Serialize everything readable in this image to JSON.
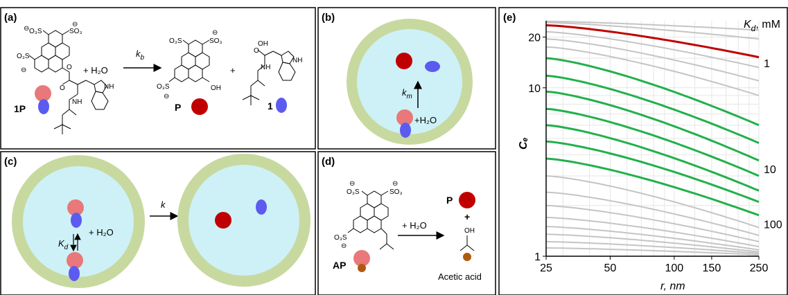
{
  "panels": {
    "a": {
      "label": "(a)",
      "water": "+  H₂O",
      "rate": "k",
      "rate_sub": "b",
      "plus": "+",
      "species": [
        "1P",
        "P",
        "1"
      ],
      "groups": {
        "sulfonate": "SO₃",
        "o3s": "O₃S",
        "oh": "OH",
        "nh": "NH",
        "carboxyl": "OH",
        "carbonyl": "O",
        "minus": "⊖"
      }
    },
    "b": {
      "label": "(b)",
      "rate": "k",
      "rate_sub": "m",
      "water": "+H₂O"
    },
    "c": {
      "label": "(c)",
      "eq": "K",
      "eq_sub": "d",
      "water": "+   H₂O",
      "rate": "k"
    },
    "d": {
      "label": "(d)",
      "species": [
        "AP",
        "P"
      ],
      "water": "+  H₂O",
      "plus": "+",
      "product": "Acetic acid",
      "groups": {
        "sulfonate": "SO₃",
        "o3s": "O₃S",
        "oh": "OH",
        "minus": "⊖"
      }
    },
    "e": {
      "label": "(e)"
    }
  },
  "colors": {
    "shell": "#c8d9a0",
    "core": "#cdf1f7",
    "dark_red": "#c00000",
    "pink": "#e8787a",
    "blue": "#5b5bf0",
    "brown": "#b05a10",
    "highlight_red": "#c00000",
    "highlight_green": "#22b04a",
    "grey_curve": "#c4c4c4"
  },
  "chart_data": {
    "type": "line",
    "xlabel": "r, nm",
    "ylabel": "Cₑ",
    "legend_title": "K",
    "legend_title_sub": "d",
    "legend_title_unit": ", mM",
    "xscale": "log",
    "yscale": "log",
    "xlim": [
      25,
      250
    ],
    "ylim": [
      1,
      25
    ],
    "xticks": [
      25,
      50,
      100,
      150,
      250
    ],
    "yticks": [
      1,
      10,
      20
    ],
    "right_labels": [
      {
        "text": "1",
        "y": 14
      },
      {
        "text": "10",
        "y": 3.3
      },
      {
        "text": "100",
        "y": 1.55
      }
    ],
    "grid": true,
    "series": [
      {
        "values": [
          [
            25,
            24.8
          ],
          [
            250,
            22.0
          ]
        ],
        "style": "grey"
      },
      {
        "values": [
          [
            25,
            24.4
          ],
          [
            250,
            19.5
          ]
        ],
        "style": "grey"
      },
      {
        "values": [
          [
            25,
            23.5
          ],
          [
            250,
            15.2
          ]
        ],
        "style": "red"
      },
      {
        "values": [
          [
            25,
            21.5
          ],
          [
            250,
            13.2
          ]
        ],
        "style": "grey"
      },
      {
        "values": [
          [
            25,
            19.5
          ],
          [
            250,
            11.0
          ]
        ],
        "style": "grey"
      },
      {
        "values": [
          [
            25,
            17.5
          ],
          [
            250,
            9.0
          ]
        ],
        "style": "grey"
      },
      {
        "values": [
          [
            25,
            15.0
          ],
          [
            250,
            6.0
          ]
        ],
        "style": "green"
      },
      {
        "values": [
          [
            25,
            11.8
          ],
          [
            250,
            4.7
          ]
        ],
        "style": "green"
      },
      {
        "values": [
          [
            25,
            9.5
          ],
          [
            250,
            3.7
          ]
        ],
        "style": "green"
      },
      {
        "values": [
          [
            25,
            7.5
          ],
          [
            250,
            3.0
          ]
        ],
        "style": "green"
      },
      {
        "values": [
          [
            25,
            6.0
          ],
          [
            250,
            2.45
          ]
        ],
        "style": "green"
      },
      {
        "values": [
          [
            25,
            4.8
          ],
          [
            250,
            2.1
          ]
        ],
        "style": "green"
      },
      {
        "values": [
          [
            25,
            3.8
          ],
          [
            250,
            1.75
          ]
        ],
        "style": "green"
      },
      {
        "values": [
          [
            25,
            3.0
          ],
          [
            250,
            1.48
          ]
        ],
        "style": "grey"
      },
      {
        "values": [
          [
            25,
            2.4
          ],
          [
            250,
            1.33
          ]
        ],
        "style": "grey"
      },
      {
        "values": [
          [
            25,
            2.0
          ],
          [
            250,
            1.22
          ]
        ],
        "style": "grey"
      },
      {
        "values": [
          [
            25,
            1.7
          ],
          [
            250,
            1.14
          ]
        ],
        "style": "grey"
      },
      {
        "values": [
          [
            25,
            1.5
          ],
          [
            250,
            1.09
          ]
        ],
        "style": "grey"
      },
      {
        "values": [
          [
            25,
            1.35
          ],
          [
            250,
            1.06
          ]
        ],
        "style": "grey"
      },
      {
        "values": [
          [
            25,
            1.22
          ],
          [
            250,
            1.04
          ]
        ],
        "style": "grey"
      },
      {
        "values": [
          [
            25,
            1.12
          ],
          [
            250,
            1.02
          ]
        ],
        "style": "grey"
      }
    ]
  }
}
